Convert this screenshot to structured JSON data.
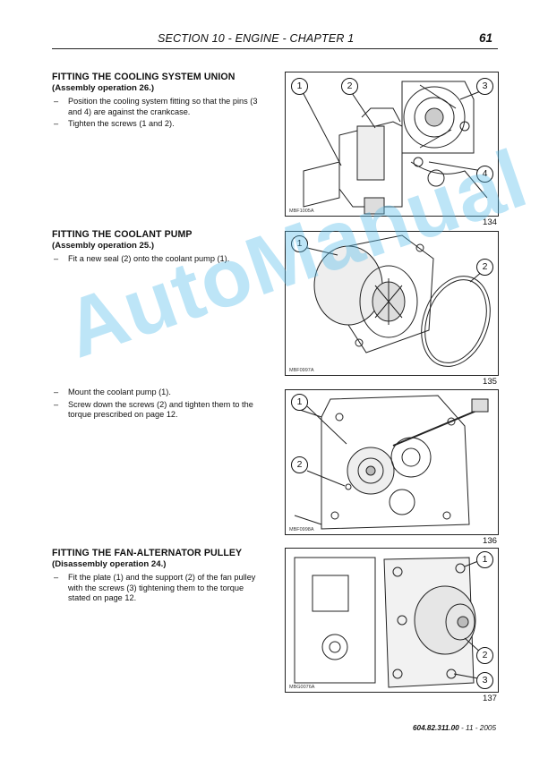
{
  "header": {
    "section": "SECTION 10 - ENGINE - CHAPTER 1",
    "page": "61"
  },
  "blocks": [
    {
      "title": "FITTING THE COOLING SYSTEM UNION",
      "sub": "(Assembly operation 26.)",
      "items": [
        "Position the cooling system fitting so that the pins (3 and 4) are against the crankcase.",
        "Tighten the screws (1 and 2)."
      ]
    },
    {
      "title": "FITTING THE COOLANT PUMP",
      "sub": "(Assembly operation 25.)",
      "items": [
        "Fit a new seal (2) onto the coolant pump (1)."
      ]
    },
    {
      "title": "",
      "sub": "",
      "items": [
        "Mount the coolant pump (1).",
        "Screw down the screws (2) and tighten them to the torque prescribed on page 12."
      ]
    },
    {
      "title": "FITTING THE FAN-ALTERNATOR PULLEY",
      "sub": "(Disassembly operation 24.)",
      "items": [
        "Fit the plate (1) and the support (2) of the fan pulley with the screws (3) tightening them to the torque stated on page 12."
      ]
    }
  ],
  "figures": [
    {
      "number": "134",
      "code": "MBF1005A",
      "callouts": [
        "1",
        "2",
        "3",
        "4"
      ]
    },
    {
      "number": "135",
      "code": "MBF0997A",
      "callouts": [
        "1",
        "2"
      ]
    },
    {
      "number": "136",
      "code": "MBF0998A",
      "callouts": [
        "1",
        "2"
      ]
    },
    {
      "number": "137",
      "code": "MBG0076A",
      "callouts": [
        "1",
        "2",
        "3"
      ]
    }
  ],
  "watermark": "AutoManual",
  "footer": {
    "code": "604.82.311.00",
    "rest": " - 11 - 2005"
  }
}
